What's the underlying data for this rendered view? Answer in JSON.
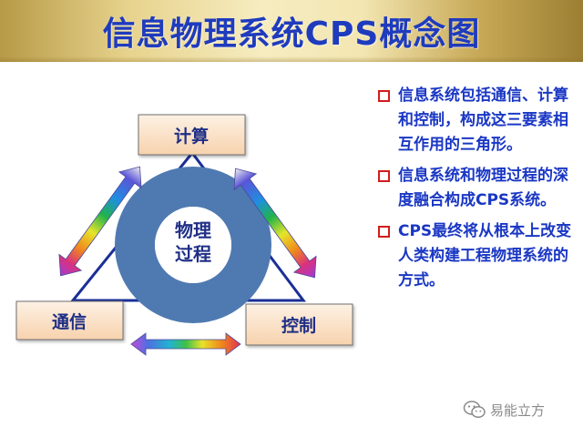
{
  "title": "信息物理系统CPS概念图",
  "diagram": {
    "nodes": {
      "compute": "计算",
      "communication": "通信",
      "control": "控制"
    },
    "core": {
      "line1": "物理",
      "line2": "过程"
    }
  },
  "bullets": [
    "信息系统包括通信、计算和控制，构成这三要素相互作用的三角形。",
    "信息系统和物理过程的深度融合构成CPS系统。",
    "CPS最终将从根本上改变人类构建工程物理系统的方式。"
  ],
  "watermark": {
    "text": "易能立方",
    "icon": "wechat-icon"
  },
  "colors": {
    "title": "#1f3bbd",
    "node_fill": "#fbe5cf",
    "ring": "#4f7ab1",
    "bullet_text": "#1a37c4",
    "bullet_marker": "#d21c1c"
  }
}
